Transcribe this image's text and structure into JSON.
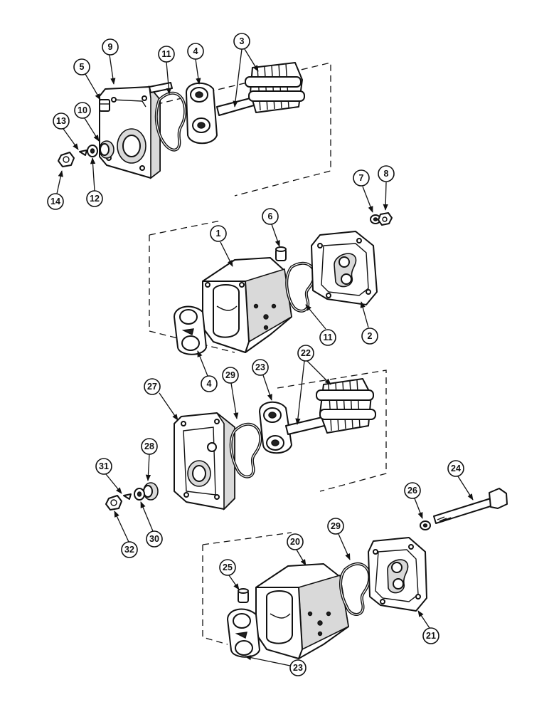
{
  "diagram": {
    "callouts": [
      {
        "label": "1"
      },
      {
        "label": "2"
      },
      {
        "label": "3"
      },
      {
        "label": "4"
      },
      {
        "label": "4"
      },
      {
        "label": "5"
      },
      {
        "label": "6"
      },
      {
        "label": "7"
      },
      {
        "label": "8"
      },
      {
        "label": "9"
      },
      {
        "label": "10"
      },
      {
        "label": "11"
      },
      {
        "label": "11"
      },
      {
        "label": "12"
      },
      {
        "label": "13"
      },
      {
        "label": "14"
      },
      {
        "label": "20"
      },
      {
        "label": "21"
      },
      {
        "label": "22"
      },
      {
        "label": "23"
      },
      {
        "label": "23"
      },
      {
        "label": "24"
      },
      {
        "label": "25"
      },
      {
        "label": "26"
      },
      {
        "label": "27"
      },
      {
        "label": "28"
      },
      {
        "label": "29"
      },
      {
        "label": "29"
      },
      {
        "label": "30"
      },
      {
        "label": "31"
      },
      {
        "label": "32"
      }
    ]
  }
}
